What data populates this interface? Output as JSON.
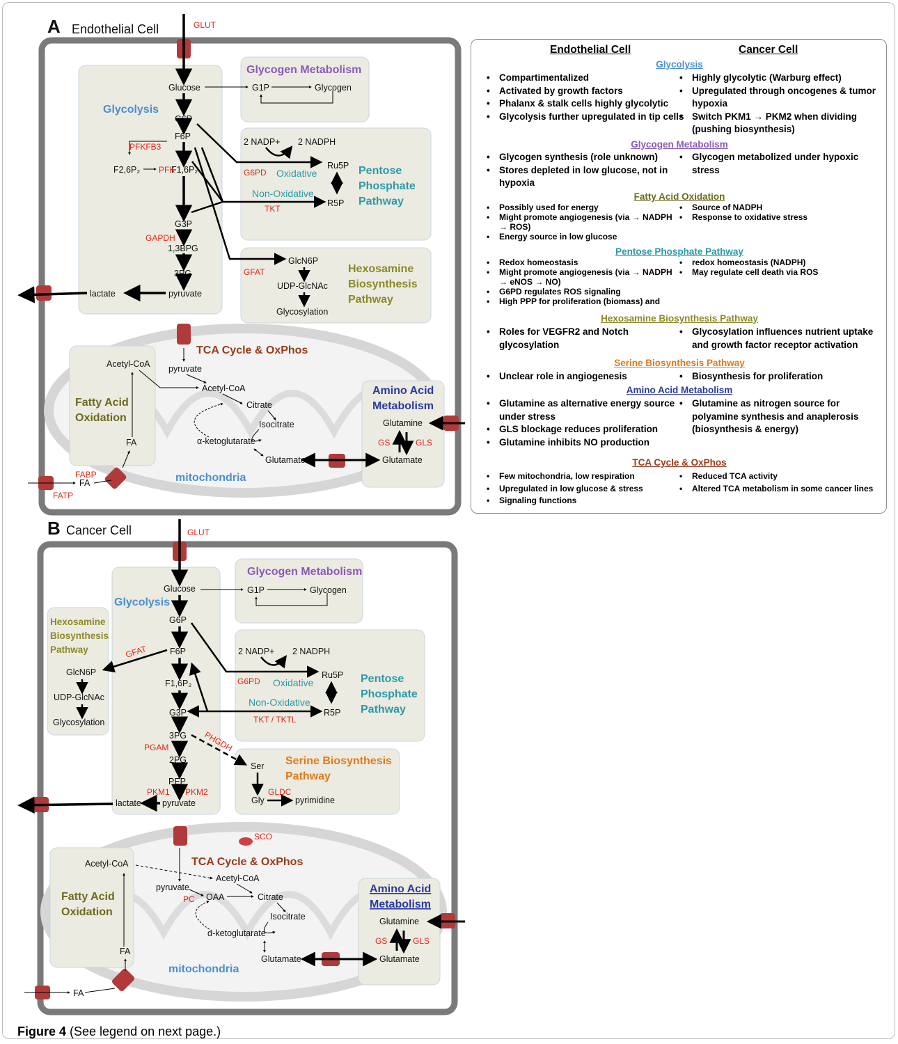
{
  "panel_a": {
    "letter": "A",
    "title": "Endothelial Cell",
    "glut": "GLUT",
    "glycolysis": "Glycolysis",
    "glycogen_title": "Glycogen Metabolism",
    "ppp_title": [
      "Pentose",
      "Phosphate",
      "Pathway"
    ],
    "hex_title": [
      "Hexosamine",
      "Biosynthesis",
      "Pathway"
    ],
    "tca_title": "TCA Cycle & OxPhos",
    "fao_title": [
      "Fatty Acid",
      "Oxidation"
    ],
    "aa_title": [
      "Amino Acid",
      "Metabolism"
    ],
    "mito": "mitochondria",
    "metabolites": {
      "glucose": "Glucose",
      "g6p": "G6P",
      "f6p": "F6P",
      "f16p2": "F1,6P₂",
      "g3p": "G3P",
      "bpg": "1,3BPG",
      "pg3": "3PG",
      "pyruvate": "pyruvate",
      "lactate": "lactate",
      "f26p2": "F2,6P₂",
      "g1p": "G1P",
      "glycogen": "Glycogen",
      "nadp": "2 NADP+",
      "nadph": "2 NADPH",
      "oxidative": "Oxidative",
      "nonoxidative": "Non-Oxidative",
      "ru5p": "Ru5P",
      "r5p": "R5P",
      "glcn6p": "GlcN6P",
      "udp": "UDP-GlcNAc",
      "glycosylation": "Glycosylation",
      "pyruvate2": "pyruvate",
      "acetylcoa": "Acetyl-CoA",
      "acetylcoa_fao": "Acetyl-CoA",
      "citrate": "Citrate",
      "isocitrate": "Isocitrate",
      "akg": "α-ketoglutarate",
      "glutamate_m": "Glutamate",
      "glutamine": "Glutamine",
      "glutamate": "Glutamate",
      "fa": "FA",
      "fa_out": "FA"
    },
    "enzymes": {
      "pfkfb3": "PFKFB3",
      "pfk": "PFK",
      "g6pd": "G6PD",
      "tkt": "TKT",
      "gapdh": "GAPDH",
      "gfat": "GFAT",
      "gs": "GS",
      "gls": "GLS",
      "fabp": "FABP",
      "fatp": "FATP"
    }
  },
  "panel_b": {
    "letter": "B",
    "title": "Cancer Cell",
    "glut": "GLUT",
    "glycolysis": "Glycolysis",
    "glycogen_title": "Glycogen Metabolism",
    "hex_title": [
      "Hexosamine",
      "Biosynthesis",
      "Pathway"
    ],
    "ppp_title": [
      "Pentose",
      "Phosphate",
      "Pathway"
    ],
    "serine_title": [
      "Serine Biosynthesis",
      "Pathway"
    ],
    "tca_title": "TCA Cycle & OxPhos",
    "fao_title": [
      "Fatty Acid",
      "Oxidation"
    ],
    "aa_title": [
      "Amino Acid",
      "Metabolism"
    ],
    "mito": "mitochondria",
    "metabolites": {
      "glucose": "Glucose",
      "g6p": "G6P",
      "f6p": "F6P",
      "f16p2": "F1,6P₂",
      "g3p": "G3P",
      "pg3": "3PG",
      "pg2": "2PG",
      "pep": "PEP",
      "pyruvate": "pyruvate",
      "lactate": "lactate",
      "g1p": "G1P",
      "glycogen": "Glycogen",
      "glcn6p": "GlcN6P",
      "udp": "UDP-GlcNAc",
      "glycosylation": "Glycosylation",
      "nadp": "2 NADP+",
      "nadph": "2 NADPH",
      "oxidative": "Oxidative",
      "nonoxidative": "Non-Oxidative",
      "ru5p": "Ru5P",
      "r5p": "R5P",
      "ser": "Ser",
      "gly": "Gly",
      "pyrimidine": "pyrimidine",
      "acetylcoa_fao": "Acetyl-CoA",
      "acetylcoa": "Acetyl-CoA",
      "pyruvate2": "pyruvate",
      "oaa": "OAA",
      "citrate": "Citrate",
      "isocitrate": "Isocitrate",
      "akg": "α-ketoglutarate",
      "glutamate_m": "Glutamate",
      "glutamine": "Glutamine",
      "glutamate": "Glutamate",
      "fa": "FA",
      "fa_out": "FA"
    },
    "enzymes": {
      "gfat": "GFAT",
      "g6pd": "G6PD",
      "tkt": "TKT / TKTL",
      "phgdh": "PHGDH",
      "pgam": "PGAM",
      "pkm1": "PKM1",
      "pkm2": "PKM2",
      "gldc": "GLDC",
      "sco": "SCO",
      "pc": "PC",
      "gs": "GS",
      "gls": "GLS"
    }
  },
  "legend": {
    "header_ec": "Endothelial Cell",
    "header_cc": "Cancer Cell",
    "sections": [
      {
        "title": "Glycolysis",
        "color": "#4a8fd0",
        "ec": [
          "Compartimentalized",
          "Activated by growth factors",
          "Phalanx & stalk cells highly glycolytic",
          "Glycolysis further upregulated in tip cells"
        ],
        "cc": [
          "Highly glycolytic (Warburg effect)",
          "Upregulated through oncogenes & tumor hypoxia",
          "Switch PKM1 → PKM2 when dividing (pushing biosynthesis)"
        ]
      },
      {
        "title": "Glycogen Metabolism",
        "color": "#8a5ab8",
        "ec": [
          "Glycogen synthesis (role unknown)",
          "Stores depleted in low glucose, not in hypoxia"
        ],
        "cc": [
          "Glycogen metabolized under hypoxic stress"
        ]
      },
      {
        "title": "Fatty Acid Oxidation",
        "color": "#6b6b20",
        "ec": [
          "Possibly used for energy",
          "Might promote angiogenesis (via → NADPH → ROS)",
          "Energy source in low glucose"
        ],
        "cc": [
          "Source of NADPH",
          "Response to oxidative stress"
        ]
      },
      {
        "title": "Pentose Phosphate Pathway",
        "color": "#2a9aa8",
        "ec": [
          "Redox homeostasis",
          "Might promote angiogenesis (via → NADPH → eNOS → NO)",
          "G6PD regulates ROS signaling",
          "High PPP for proliferation (biomass) and"
        ],
        "cc": [
          "redox homeostasis (NADPH)",
          "May regulate cell death via ROS"
        ]
      },
      {
        "title": "Hexosamine Biosynthesis Pathway",
        "color": "#8a8a28",
        "ec": [
          "Roles for VEGFR2  and  Notch glycosylation"
        ],
        "cc": [
          "Glycosylation influences nutrient uptake and growth factor receptor activation"
        ]
      },
      {
        "title": "Serine Biosynthesis Pathway",
        "color": "#e07a1a",
        "ec": [
          "Unclear role in angiogenesis"
        ],
        "cc": [
          "Biosynthesis for proliferation"
        ]
      },
      {
        "title": "Amino Acid Metabolism",
        "color": "#2a3aa0",
        "ec": [
          "Glutamine as  alternative energy source under stress",
          "GLS blockage reduces proliferation",
          "Glutamine inhibits NO production"
        ],
        "cc": [
          "Glutamine as nitrogen source for polyamine synthesis and anaplerosis (biosynthesis & energy)"
        ]
      },
      {
        "title": "TCA Cycle & OxPhos",
        "color": "#9a3a1a",
        "ec": [
          "Few mitochondria, low respiration",
          "Upregulated in low glucose & stress",
          "Signaling functions"
        ],
        "cc": [
          "Reduced TCA activity",
          "Altered TCA metabolism in some cancer lines"
        ]
      }
    ]
  },
  "caption": {
    "bold": "Figure 4",
    "text": " (See legend on next page.)"
  },
  "colors": {
    "enzyme": "#e3261b",
    "box": "#ecebe1",
    "membrane": "#7a7a7a",
    "transporter": "#b03a3a",
    "glycolysis": "#4a8fd0",
    "glycogen": "#8a5ab8",
    "ppp": "#2a9aa8",
    "hex": "#8a8a28",
    "tca": "#9a3a1a",
    "fao": "#6b6b20",
    "aa": "#2a3aa0",
    "serine": "#e07a1a",
    "mito": "#4a8fd0"
  }
}
